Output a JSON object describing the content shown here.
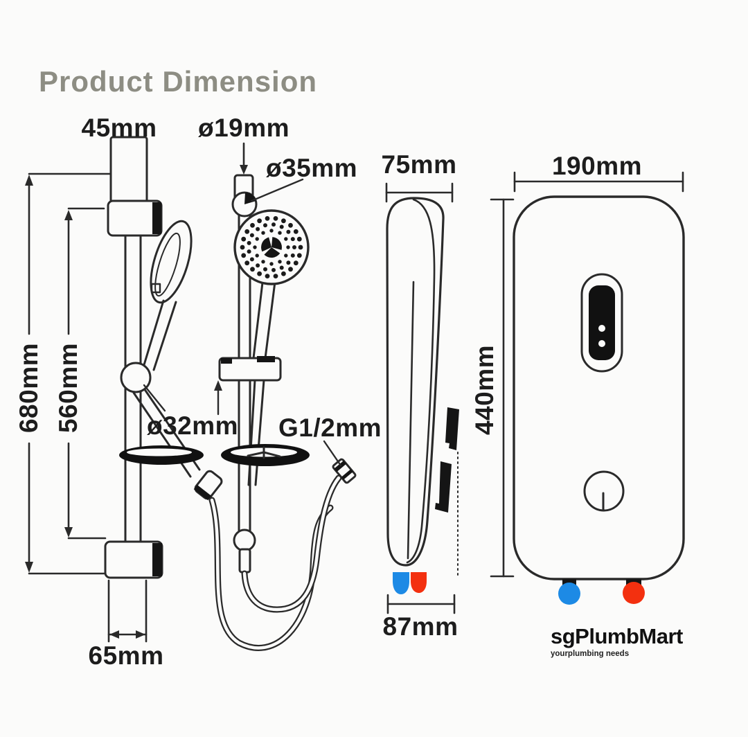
{
  "page": {
    "title": "Product Dimension"
  },
  "colors": {
    "line": "#2a2a2a",
    "title_gray": "#8d8d83",
    "cold_blue": "#1d8ae5",
    "hot_red": "#f3300f",
    "background": "#fbfbfa"
  },
  "rail_set": {
    "bracket_width": "45mm",
    "rail_diameter": "ø19mm",
    "ball_joint_diameter": "ø35mm",
    "overall_height": "680mm",
    "bar_height": "560mm",
    "slider_diameter": "ø32mm",
    "hose_thread": "G1/2mm",
    "bracket_depth": "65mm"
  },
  "heater_side_view": {
    "top_depth": "75mm",
    "bottom_depth": "87mm"
  },
  "heater_front_view": {
    "width": "190mm",
    "height": "440mm"
  },
  "branding": {
    "name": "sgPlumbMart",
    "tagline": "yourplumbing needs"
  }
}
